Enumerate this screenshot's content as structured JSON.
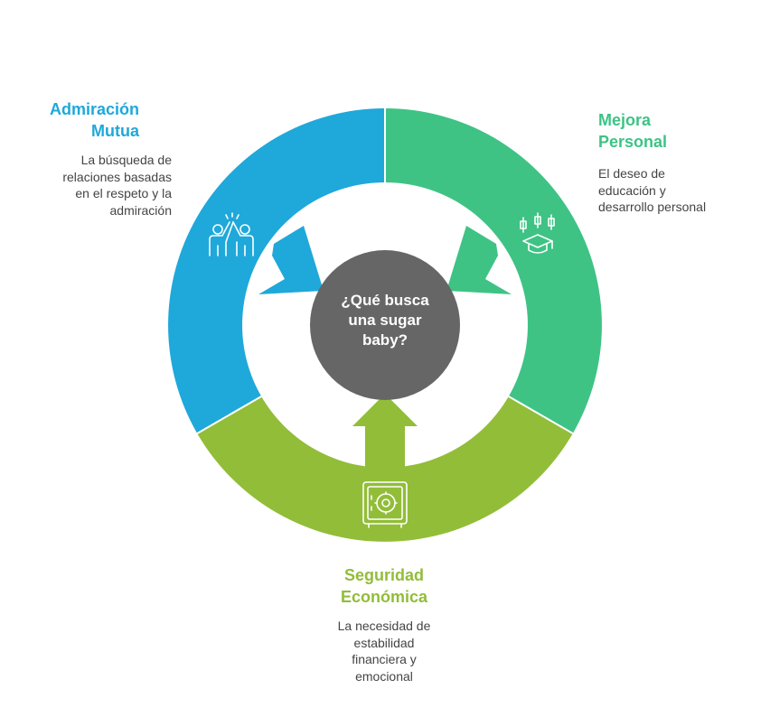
{
  "center": {
    "lines": [
      "¿Qué busca",
      "una sugar",
      "baby?"
    ]
  },
  "segments": [
    {
      "id": "admiracion",
      "title_lines": [
        "Admiración",
        "Mutua"
      ],
      "desc_lines": [
        "La búsqueda de",
        "relaciones basadas",
        "en el respeto y la",
        "admiración"
      ],
      "color": "#1FA8DA",
      "icon": "high-five-icon"
    },
    {
      "id": "mejora",
      "title_lines": [
        "Mejora",
        "Personal"
      ],
      "desc_lines": [
        "El deseo de",
        "educación y",
        "desarrollo personal"
      ],
      "color": "#3EC385",
      "icon": "graduation-cap-icon"
    },
    {
      "id": "seguridad",
      "title_lines": [
        "Seguridad",
        "Económica"
      ],
      "desc_lines": [
        "La necesidad de",
        "estabilidad",
        "financiera y",
        "emocional"
      ],
      "color": "#92BD38",
      "icon": "safe-icon"
    }
  ],
  "center_color": "#666666"
}
